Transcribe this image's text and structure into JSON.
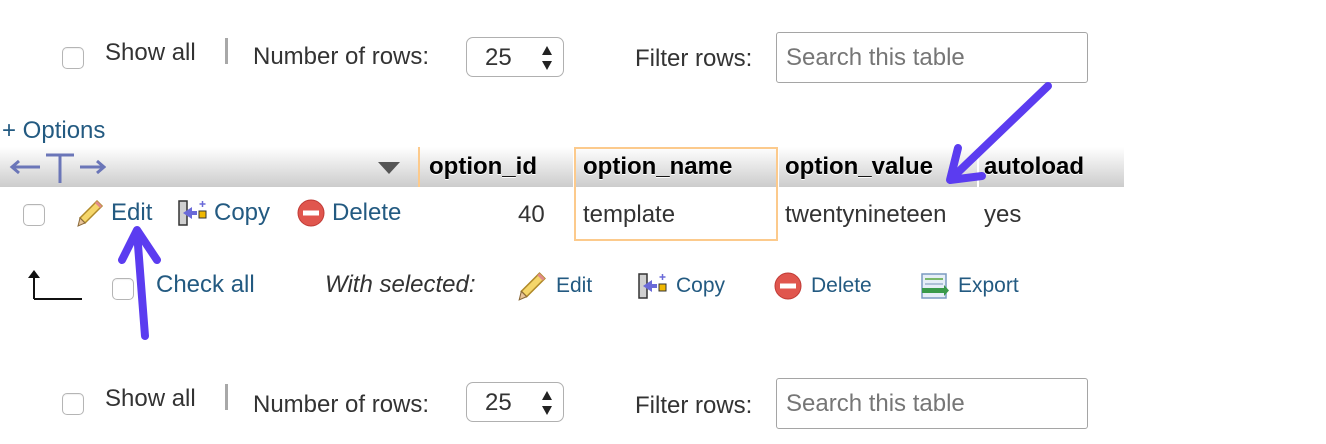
{
  "top_nav": {
    "show_all_label": "Show all",
    "rows_label": "Number of rows:",
    "rows_value": "25",
    "filter_label": "Filter rows:",
    "search_placeholder": "Search this table"
  },
  "options_link": "+ Options",
  "table": {
    "columns": [
      "option_id",
      "option_name",
      "option_value",
      "autoload"
    ],
    "sort_icon": "triangle-down-icon",
    "rows": [
      {
        "actions": {
          "edit": "Edit",
          "copy": "Copy",
          "delete": "Delete"
        },
        "option_id": "40",
        "option_name": "template",
        "option_value": "twentynineteen",
        "autoload": "yes"
      }
    ]
  },
  "bulk": {
    "check_all": "Check all",
    "with_selected": "With selected:",
    "edit": "Edit",
    "copy": "Copy",
    "delete": "Delete",
    "export": "Export"
  },
  "bottom_nav": {
    "show_all_label": "Show all",
    "rows_label": "Number of rows:",
    "rows_value": "25",
    "filter_label": "Filter rows:",
    "search_placeholder": "Search this table"
  },
  "colors": {
    "link": "#235a81",
    "highlight_border": "#fcca8c",
    "annotation_arrow": "#5b3cf0"
  }
}
